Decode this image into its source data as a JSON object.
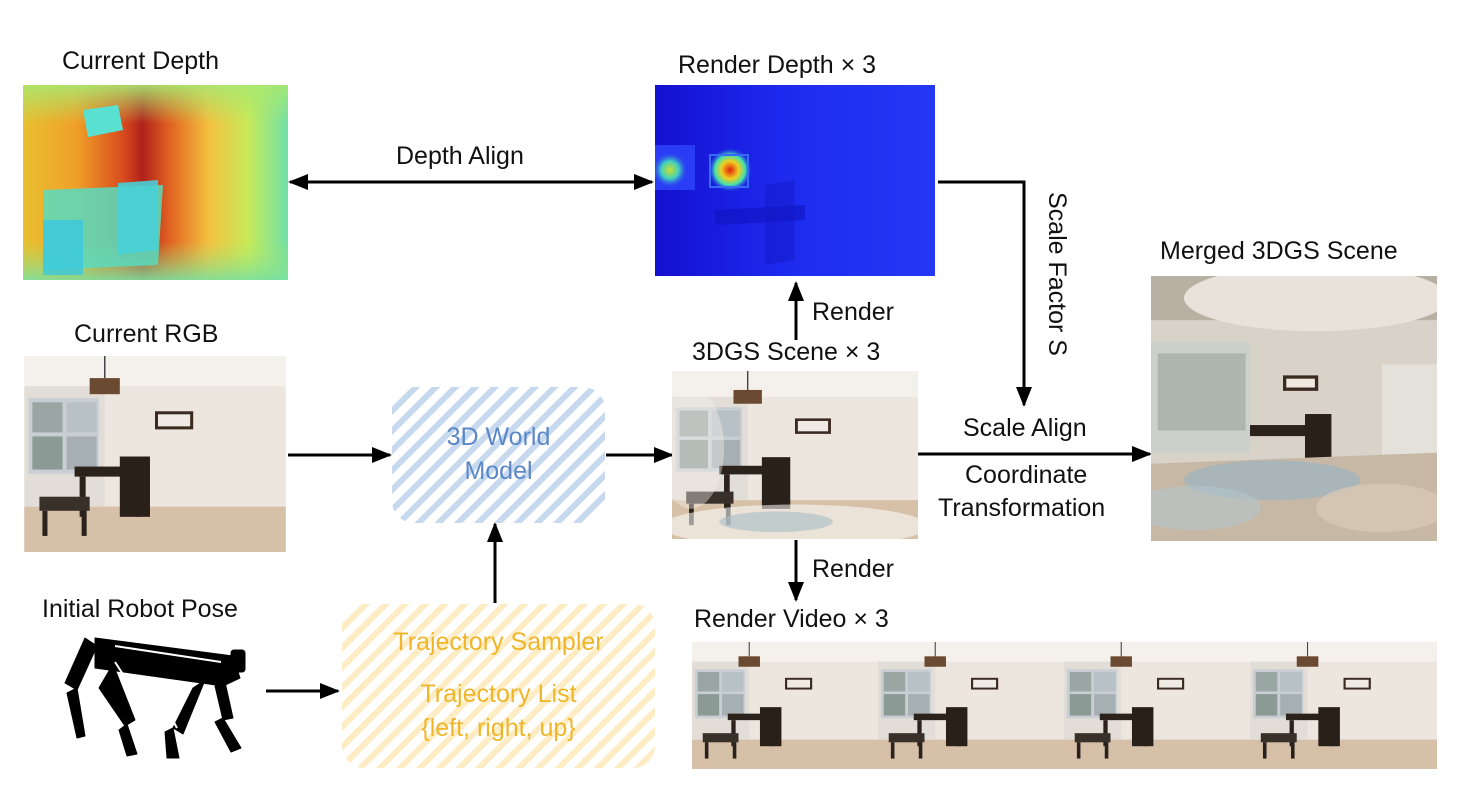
{
  "labels": {
    "current_depth": "Current Depth",
    "render_depth": "Render Depth × 3",
    "depth_align": "Depth Align",
    "scale_factor": "Scale Factor S",
    "merged_scene": "Merged 3DGS Scene",
    "current_rgb": "Current RGB",
    "render_up": "Render",
    "gs_scene": "3DGS Scene × 3",
    "scale_align": "Scale Align",
    "coord_transform_1": "Coordinate",
    "coord_transform_2": "Transformation",
    "render_down": "Render",
    "initial_pose": "Initial Robot Pose",
    "render_video": "Render Video × 3"
  },
  "world_model": {
    "line1": "3D World",
    "line2": "Model"
  },
  "trajectory": {
    "title": "Trajectory Sampler",
    "list_title": "Trajectory List",
    "list_items": "{left, right, up}"
  },
  "colors": {
    "world_model_text": "#5b87c9",
    "trajectory_text": "#efb62a",
    "render_depth_bg": "#1a1ff0",
    "arrow": "#000000"
  }
}
